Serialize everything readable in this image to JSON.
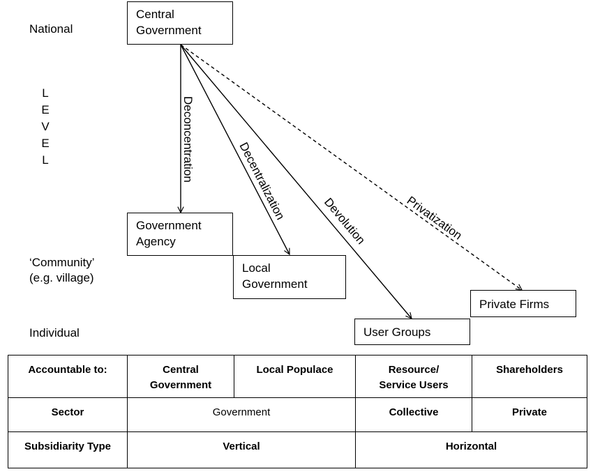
{
  "levels": {
    "national": "National",
    "community_line1": "‘Community’",
    "community_line2": "(e.g. village)",
    "individual": "Individual",
    "axis_letters": [
      "L",
      "E",
      "V",
      "E",
      "L"
    ]
  },
  "nodes": {
    "central_government": [
      "Central",
      "Government"
    ],
    "government_agency": [
      "Government",
      "Agency"
    ],
    "local_government": [
      "Local",
      "Government"
    ],
    "user_groups": "User Groups",
    "private_firms": "Private Firms"
  },
  "edges": {
    "deconcentration": "Deconcentration",
    "decentralization": "Decentralization",
    "devolution": "Devolution",
    "privatization": "Privatization"
  },
  "table": {
    "row1": {
      "header": "Accountable to:",
      "central_government": [
        "Central",
        "Government"
      ],
      "local_populace": "Local Populace",
      "resource_users": [
        "Resource/",
        "Service Users"
      ],
      "shareholders": "Shareholders"
    },
    "row2": {
      "header": "Sector",
      "government": "Government",
      "collective": "Collective",
      "private": "Private"
    },
    "row3": {
      "header": "Subsidiarity Type",
      "vertical": "Vertical",
      "horizontal": "Horizontal"
    }
  }
}
